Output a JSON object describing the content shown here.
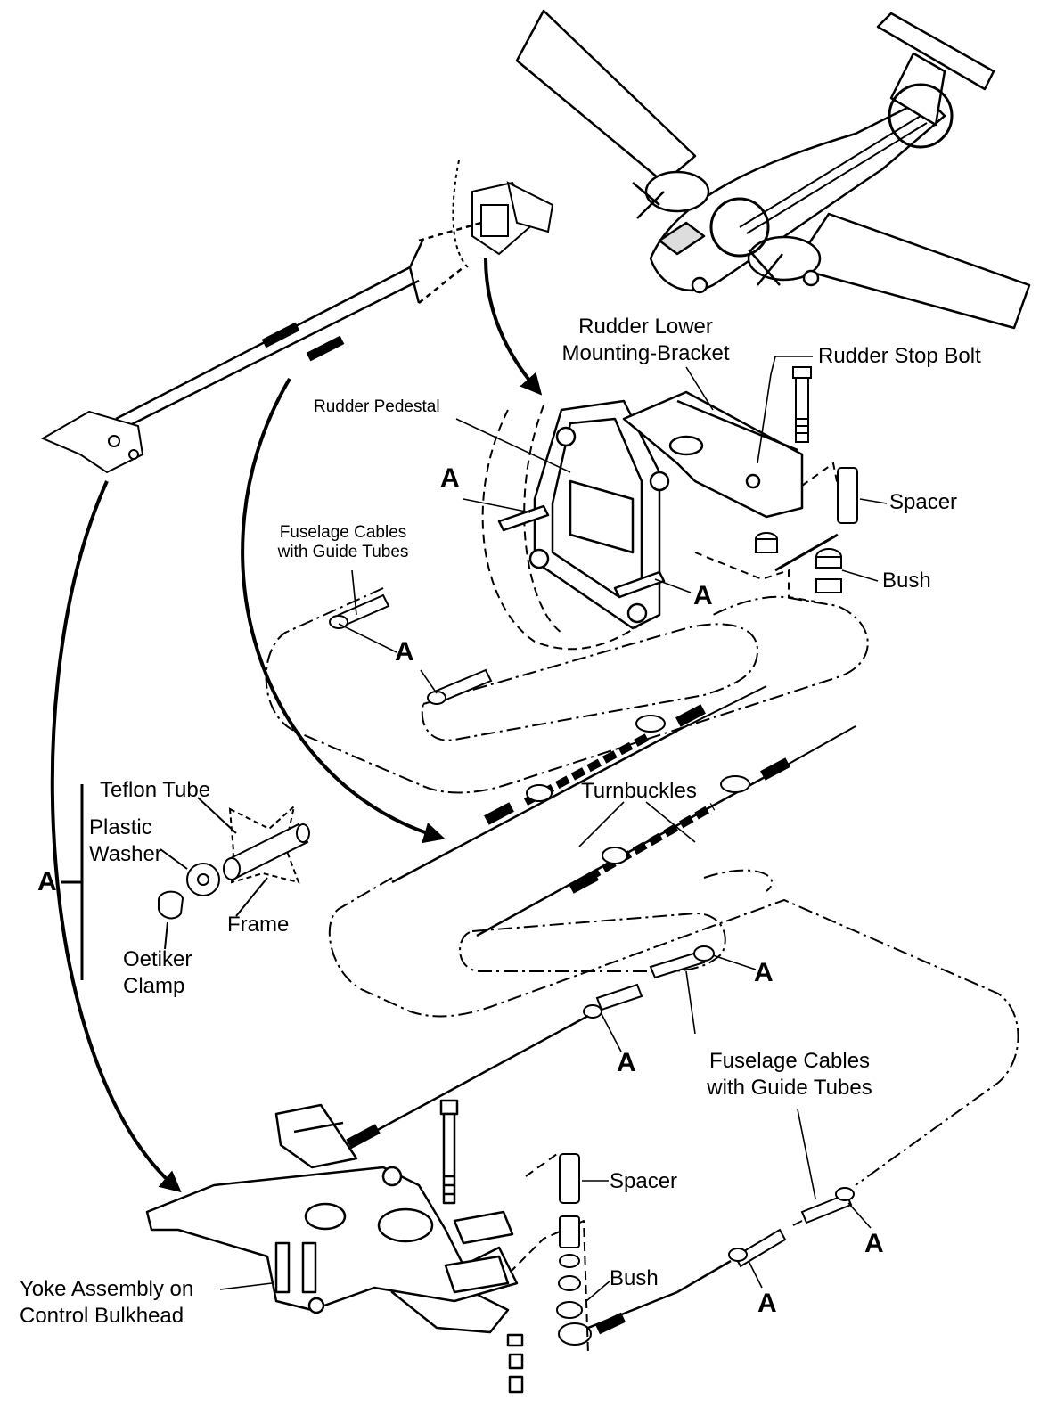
{
  "labels": {
    "rudder_lower_bracket": [
      "Rudder Lower",
      "Mounting-Bracket"
    ],
    "rudder_stop_bolt": "Rudder Stop Bolt",
    "rudder_pedestal": "Rudder Pedestal",
    "spacer_top": "Spacer",
    "bush_top": "Bush",
    "fuselage_cables_top": [
      "Fuselage Cables",
      "with Guide Tubes"
    ],
    "turnbuckles": "Turnbuckles",
    "teflon_tube": "Teflon Tube",
    "plastic_washer": [
      "Plastic",
      "Washer"
    ],
    "frame": "Frame",
    "oetiker_clamp": [
      "Oetiker",
      "Clamp"
    ],
    "detail_a": "A",
    "fuselage_cables_bottom": [
      "Fuselage Cables",
      "with Guide Tubes"
    ],
    "spacer_bottom": "Spacer",
    "bush_bottom": "Bush",
    "yoke_assembly": [
      "Yoke Assembly on",
      "Control Bulkhead"
    ],
    "callout_a": "A"
  }
}
